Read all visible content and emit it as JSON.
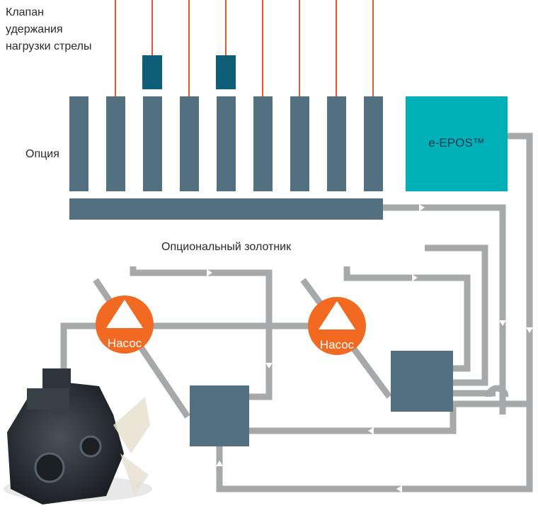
{
  "labels": {
    "valve_line1": "Клапан",
    "valve_line2": "удержания",
    "valve_line3": "нагрузки стрелы",
    "option": "Опция",
    "optional_spool": "Опциональный золотник",
    "epos": "e-EPOS™"
  },
  "pumps": [
    {
      "label": "Насос"
    },
    {
      "label": "Насос"
    }
  ],
  "colors": {
    "valve_block": "#52707f",
    "small_valve": "#0e5e7a",
    "red_line": "#e4572e",
    "epos_box": "#00b0b9",
    "pump": "#f26a21",
    "pipe": "#a6a8aa",
    "engine": "#2b3038"
  }
}
